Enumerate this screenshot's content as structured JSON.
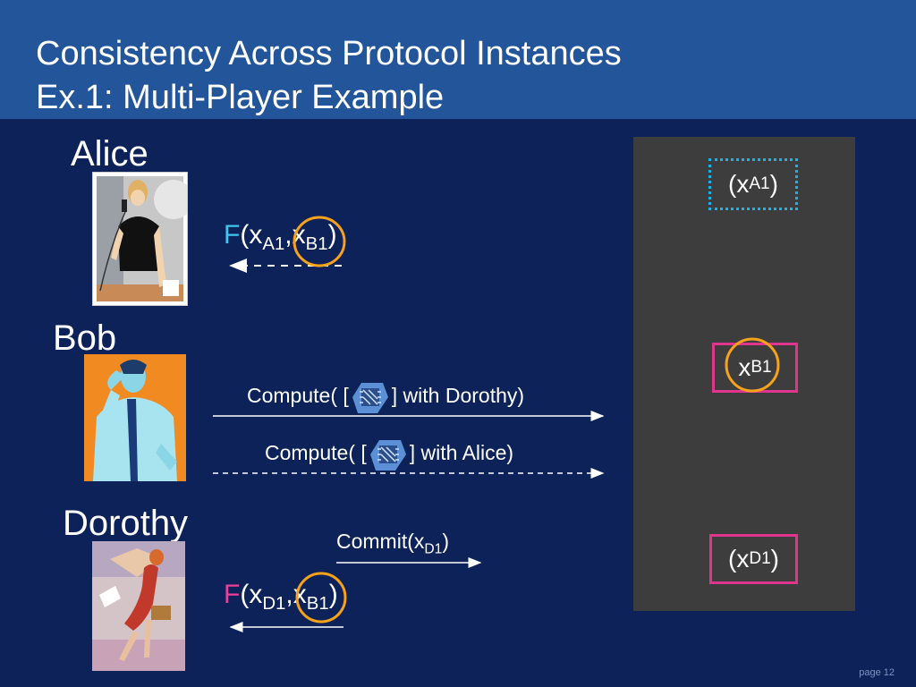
{
  "title": {
    "line1": "Consistency Across Protocol Instances",
    "line2": "Ex.1: Multi-Player Example"
  },
  "players": {
    "alice": "Alice",
    "bob": "Bob",
    "dorothy": "Dorothy"
  },
  "alice_formula": {
    "f": "F",
    "open": "(x",
    "sub1": "A1",
    "comma": ",x",
    "sub2": "B1",
    "close": ")"
  },
  "dorothy_formula": {
    "f": "F",
    "open": "(x",
    "sub1": "D1",
    "comma": ",x",
    "sub2": "B1",
    "close": ")"
  },
  "bob_messages": {
    "compute1_pre": "Compute( [",
    "compute1_post": "] with Dorothy)",
    "compute2_pre": "Compute( [",
    "compute2_post": "] with Alice)"
  },
  "dorothy_message": {
    "pre": "Commit(x",
    "sub": "D1",
    "post": ")"
  },
  "server": {
    "xa1": {
      "pre": "(x",
      "sub": "A1",
      "post": ")"
    },
    "xb1": {
      "pre": "x",
      "sub": "B1"
    },
    "xd1": {
      "pre": "(x",
      "sub": "D1",
      "post": ")"
    }
  },
  "colors": {
    "background": "#0c2259",
    "header": "#23559a",
    "alice_f": "#3fc6ef",
    "dorothy_f": "#ef3f9a",
    "highlight_circle": "#f7a21b",
    "cyan_box": "#19b5ea",
    "magenta_box": "#e0358f",
    "server": "#3d3d3d"
  },
  "page_label": "page 12"
}
